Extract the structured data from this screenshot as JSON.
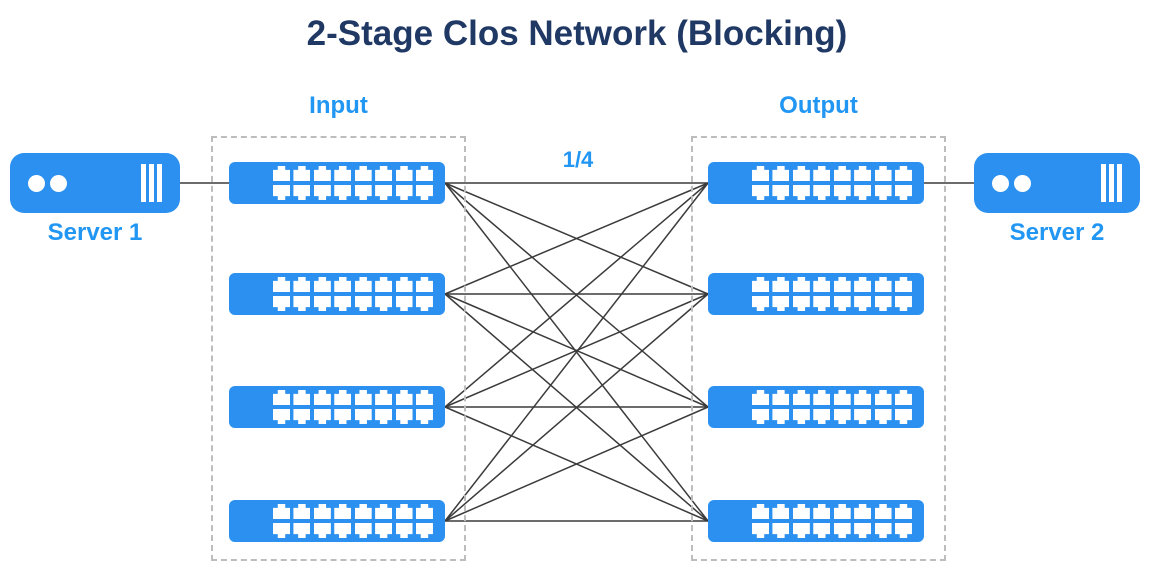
{
  "title": "2-Stage Clos Network (Blocking)",
  "stages": {
    "input": {
      "label": "Input",
      "switch_count": 4
    },
    "output": {
      "label": "Output",
      "switch_count": 4
    }
  },
  "servers": {
    "left": {
      "label": "Server 1"
    },
    "right": {
      "label": "Server 2"
    }
  },
  "link_label": "1/4",
  "switch": {
    "port_columns": 8,
    "port_rows": 2
  },
  "topology": {
    "type": "full-mesh",
    "links": 16
  },
  "colors": {
    "device_blue": "#2B90EF",
    "label_blue": "#2196F3",
    "title_navy": "#1F3864",
    "line": "#3B3B3B",
    "dashed_border": "#BDBDBD",
    "port_white": "#FFFFFF"
  }
}
